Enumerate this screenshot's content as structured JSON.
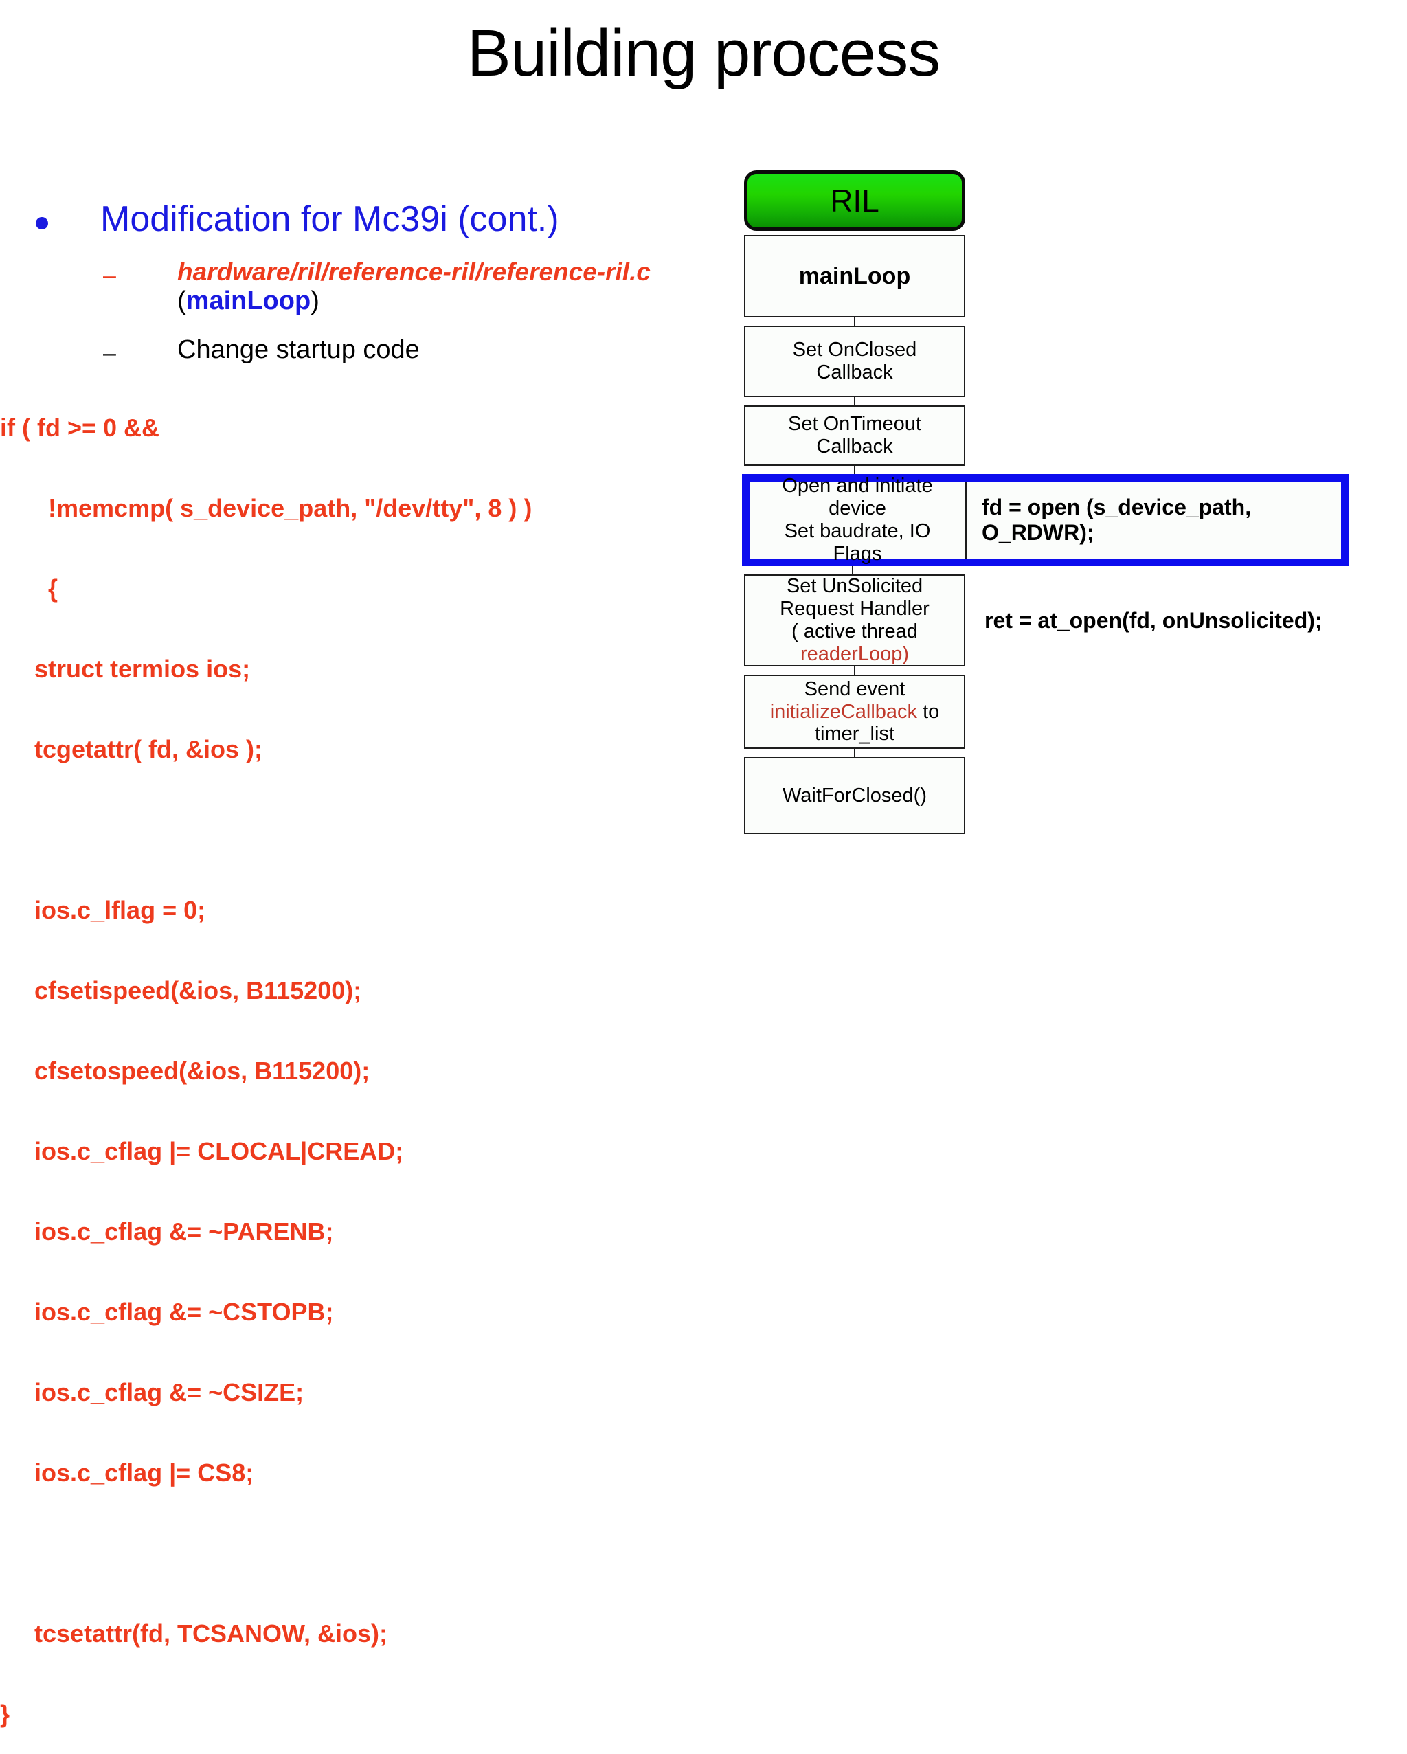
{
  "slide": {
    "title": "Building process"
  },
  "left": {
    "bullet": {
      "marker": "•",
      "text": "Modification for Mc39i (cont.)"
    },
    "sub_items": [
      {
        "marker": "–",
        "marker_color": "#ee3b1d",
        "path": "hardware/ril/reference-ril/reference-ril.c",
        "paren_open": "(",
        "function": "mainLoop",
        "paren_close": ")"
      },
      {
        "marker": "–",
        "marker_color": "#000000",
        "text": "Change startup code"
      }
    ],
    "code_lines": [
      "if ( fd >= 0 &&",
      "       !memcmp( s_device_path, \"/dev/tty\", 8 ) )",
      "       {",
      "     struct termios ios;",
      "     tcgetattr( fd, &ios );",
      "",
      "     ios.c_lflag = 0;",
      "     cfsetispeed(&ios, B115200);",
      "     cfsetospeed(&ios, B115200);",
      "     ios.c_cflag |= CLOCAL|CREAD;",
      "     ios.c_cflag &= ~PARENB;",
      "     ios.c_cflag &= ~CSTOPB;",
      "     ios.c_cflag &= ~CSIZE;",
      "     ios.c_cflag |= CS8;",
      "",
      "     tcsetattr(fd, TCSANOW, &ios);",
      "}"
    ],
    "code_color": "#ee3b1d"
  },
  "flowchart": {
    "start_node": {
      "label": "RIL",
      "fill_top": "#19e013",
      "fill_bottom": "#0a8f02"
    },
    "nodes": [
      {
        "id": "mainloop",
        "label": "mainLoop"
      },
      {
        "id": "onclosed",
        "label": "Set OnClosed\nCallback"
      },
      {
        "id": "ontimeout",
        "label": "Set OnTimeout\nCallback"
      },
      {
        "id": "opendevice",
        "label": "Open and initiate\ndevice\nSet baudrate, IO\nFlags"
      },
      {
        "id": "unsolicited",
        "label_line1": "Set UnSolicited",
        "label_line2": "Request Handler",
        "label_line3": "( active thread",
        "label_line4": "readerLoop)"
      },
      {
        "id": "sendevent",
        "label_line1": "Send event",
        "label_line2": "initializeCallback",
        "label_line2_suffix": " to",
        "label_line3": "timer_list"
      },
      {
        "id": "waitforclosed",
        "label": "WaitForClosed()"
      }
    ],
    "annotations": {
      "open_device": "fd = open (s_device_path, O_RDWR);",
      "unsolicited": "ret = at_open(fd, onUnsolicited);"
    },
    "highlight_color": "#0d0dee",
    "accent_red": "#c0392b"
  }
}
